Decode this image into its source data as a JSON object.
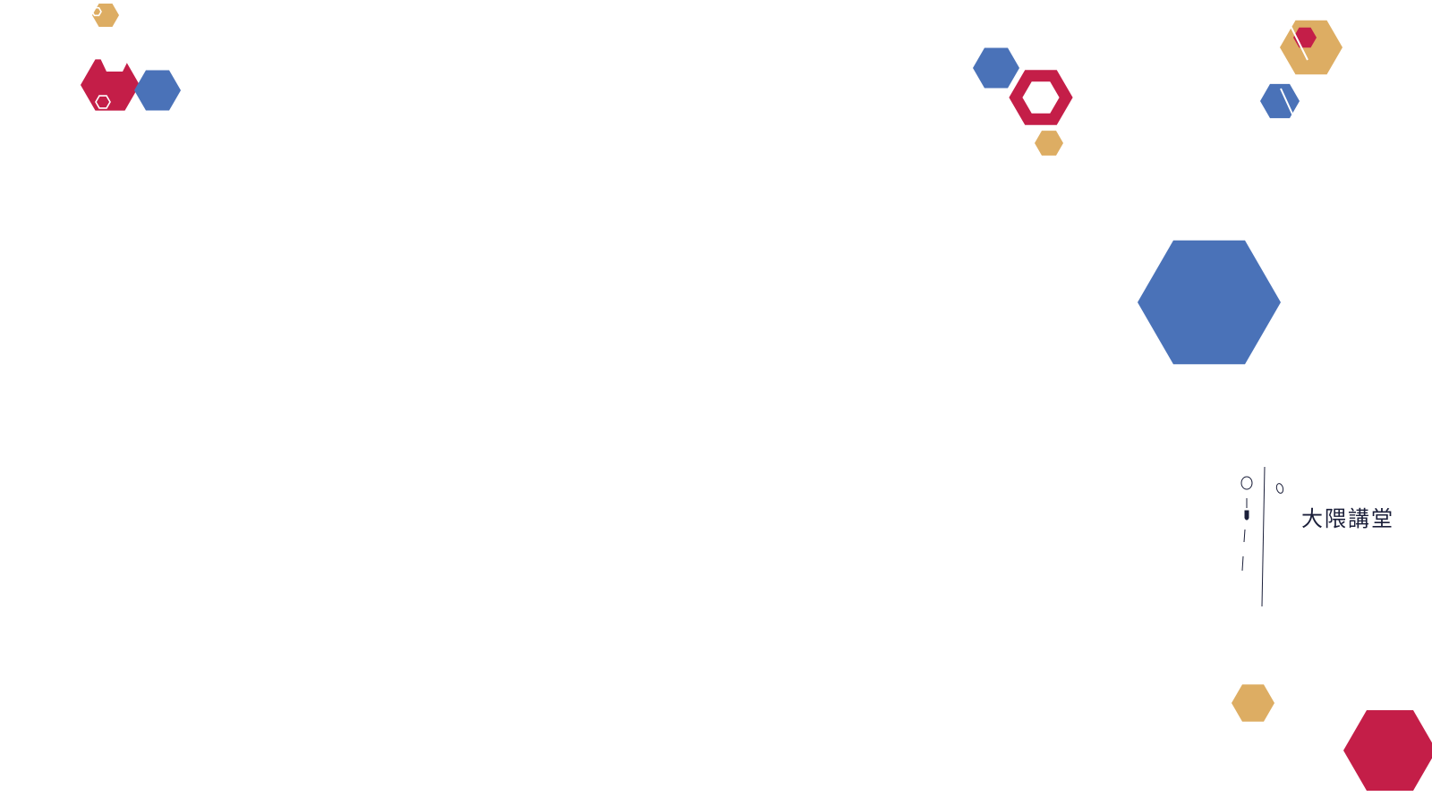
{
  "landmark": {
    "name": "大隈講堂"
  },
  "palette": {
    "red": "#c41e48",
    "blue": "#4a72b8",
    "gold": "#ddad63",
    "ink": "#1b1f3a",
    "background": "#ffffff"
  },
  "decor": {
    "hexagons": [
      {
        "name": "hexagon-gold-small",
        "color": "gold",
        "style": "solid"
      },
      {
        "name": "hexagon-red-notched",
        "color": "red",
        "style": "solid"
      },
      {
        "name": "hexagon-blue",
        "color": "blue",
        "style": "solid"
      },
      {
        "name": "hexagon-blue",
        "color": "blue",
        "style": "solid"
      },
      {
        "name": "hexagon-red-ring",
        "color": "red",
        "style": "ring"
      },
      {
        "name": "hexagon-gold-small",
        "color": "gold",
        "style": "solid"
      },
      {
        "name": "hexagon-gold",
        "color": "gold",
        "style": "solid"
      },
      {
        "name": "hexagon-red-small",
        "color": "red",
        "style": "solid"
      },
      {
        "name": "hexagon-blue-small",
        "color": "blue",
        "style": "solid"
      },
      {
        "name": "hexagon-blue-large",
        "color": "blue",
        "style": "solid"
      },
      {
        "name": "hexagon-gold",
        "color": "gold",
        "style": "solid"
      },
      {
        "name": "hexagon-red",
        "color": "red",
        "style": "solid"
      }
    ]
  }
}
